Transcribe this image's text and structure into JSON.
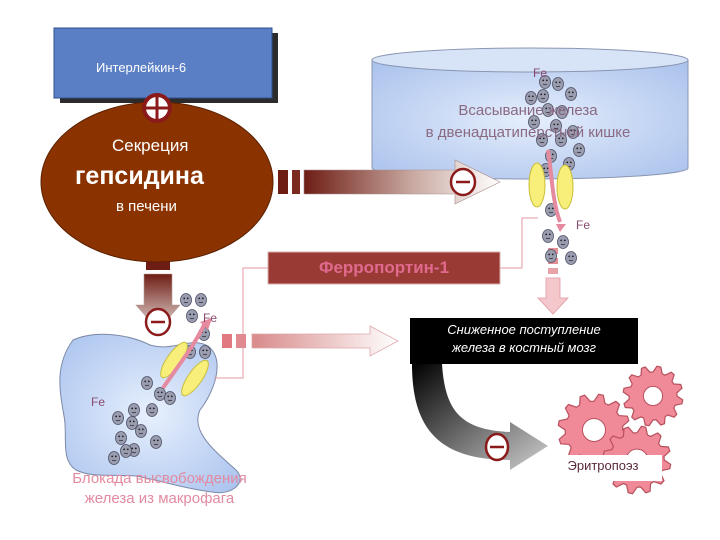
{
  "interleukin": "Интерлейкин-6",
  "secretion": {
    "line1": "Секреция",
    "line2": "гепсидина",
    "line3": "в печени"
  },
  "duodenum": {
    "line1": "Всасывание железа",
    "line2": "в двенадцатиперстной кишке"
  },
  "fe_labels": [
    "Fe",
    "Fe",
    "Fe",
    "Fe"
  ],
  "ferroportin": "Ферропортин-1",
  "reduced": {
    "line1": "Сниженное поступление",
    "line2": "железа в костный мозг"
  },
  "erythropoiesis": "Эритропоэз",
  "blockade": {
    "line1": "Блокада высвобождения",
    "line2": "железа из макрофага"
  },
  "symbols": {
    "stimulate": "⊕",
    "inhibit": "⊖"
  },
  "colors": {
    "il6_box": "#5b7fc4",
    "liver": "#8b3300",
    "cylinder": "#b9cff0",
    "macrophage": "#b9cff0",
    "ferroportin_box": "#9a3a35",
    "reduced_box": "#000000",
    "gear": "#f08a98",
    "channel": "#f7ef7a"
  }
}
